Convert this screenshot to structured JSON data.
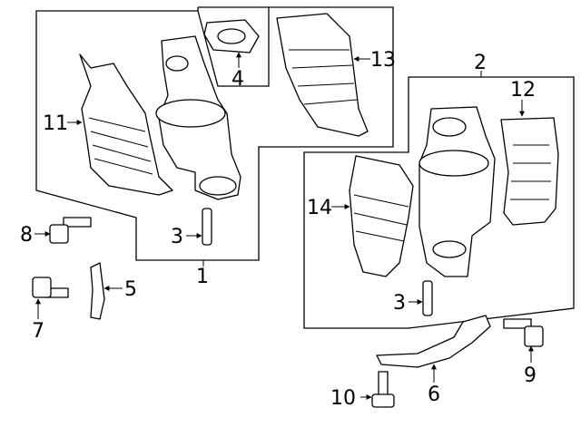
{
  "diagram": {
    "callouts": [
      {
        "id": "1",
        "label": "1"
      },
      {
        "id": "2",
        "label": "2"
      },
      {
        "id": "3a",
        "label": "3"
      },
      {
        "id": "3b",
        "label": "3"
      },
      {
        "id": "4",
        "label": "4"
      },
      {
        "id": "5",
        "label": "5"
      },
      {
        "id": "6",
        "label": "6"
      },
      {
        "id": "7",
        "label": "7"
      },
      {
        "id": "8",
        "label": "8"
      },
      {
        "id": "9",
        "label": "9"
      },
      {
        "id": "10",
        "label": "10"
      },
      {
        "id": "11",
        "label": "11"
      },
      {
        "id": "12",
        "label": "12"
      },
      {
        "id": "13",
        "label": "13"
      },
      {
        "id": "14",
        "label": "14"
      }
    ],
    "line_color": "#000000",
    "background": "#ffffff"
  }
}
